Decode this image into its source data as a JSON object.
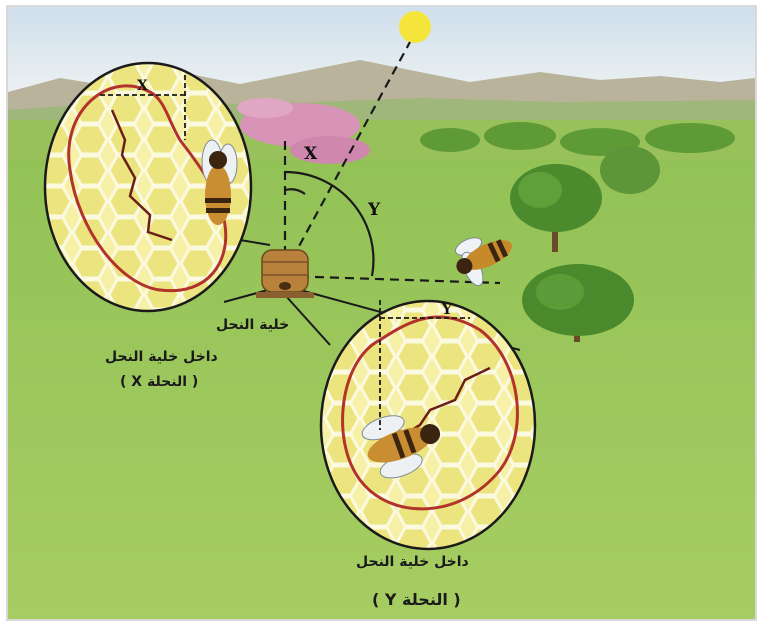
{
  "labels": {
    "hive": "خلية النحل",
    "inside_hive_x": "داخل خلية النحل",
    "bee_x": "( النحلة X )",
    "inside_hive_y": "داخل خلية النحل",
    "bee_y": "( النحلة Y )"
  },
  "angle_labels": {
    "scene_x": "X",
    "scene_y": "Y",
    "comb_x": "X",
    "comb_y_top": "Y",
    "comb_y": "Y"
  },
  "colors": {
    "sky": "#dfe9f1",
    "grass": "#8dc255",
    "grass_dark": "#6fa944",
    "hills": "#b9b19a",
    "flowers": "#d98fb5",
    "sun": "#f4e63a",
    "comb": "#f6f1a6",
    "comb_cell": "#e9e27a",
    "waggle_path": "#b2332c",
    "hive": "#b8823c",
    "tree": "#4c8a2e"
  },
  "icons": {
    "sun": "sun-icon",
    "hive": "beehive-icon",
    "bee": "bee-icon",
    "tree": "tree-icon"
  }
}
